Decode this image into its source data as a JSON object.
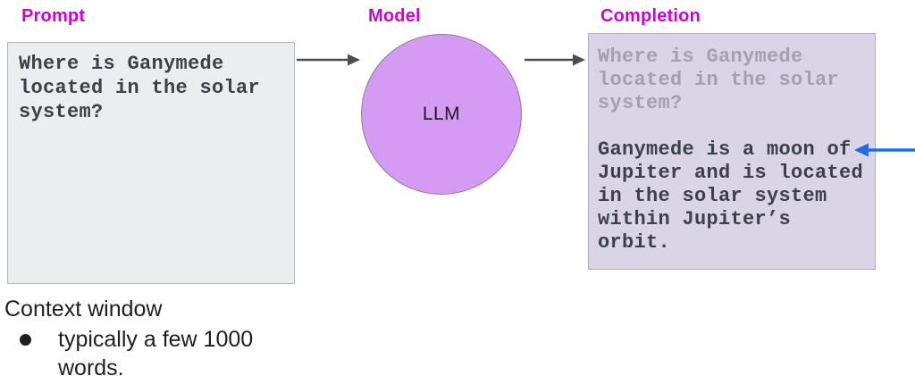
{
  "labels": {
    "prompt": "Prompt",
    "model": "Model",
    "completion": "Completion"
  },
  "prompt_box": {
    "text": "Where is Ganymede\nlocated in the solar\nsystem?"
  },
  "model": {
    "circle_label": "LLM"
  },
  "completion_box": {
    "echoed_prompt": "Where is Ganymede\nlocated in the solar\nsystem?",
    "completion_text": "Ganymede is a moon of\nJupiter and is located\nin the solar system\nwithin Jupiter’s\norbit."
  },
  "notes": {
    "heading": "Context window",
    "bullet_items": [
      "typically a few 1000 words."
    ]
  },
  "colors": {
    "label_magenta": "#cc00cc",
    "prompt_box_bg": "#ecedee",
    "completion_box_bg": "#d9d4e6",
    "circle_fill": "#d59af3",
    "flow_arrow_gray": "#4d4d4d",
    "highlight_arrow_blue": "#1b6ce8",
    "echoed_text_gray": "#a3a1ad",
    "body_text_dark": "#3c4149"
  },
  "icons": {
    "arrow_prompt_to_model": "right-arrow-icon",
    "arrow_model_to_completion": "right-arrow-icon",
    "arrow_completion_highlight": "left-arrow-icon"
  }
}
